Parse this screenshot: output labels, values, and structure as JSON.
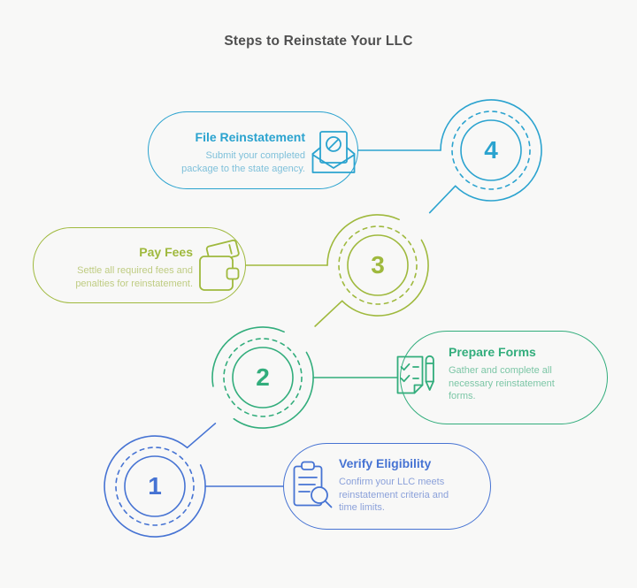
{
  "title": "Steps to Reinstate Your LLC",
  "title_color": "#4f4f4f",
  "background_color": "#f8f8f7",
  "steps": [
    {
      "number": "1",
      "title": "Verify Eligibility",
      "description": "Confirm your LLC meets reinstatement criteria and time limits.",
      "color": "#4673d3",
      "desc_color": "#8ba1da",
      "icon": "clipboard-search-icon"
    },
    {
      "number": "2",
      "title": "Prepare Forms",
      "description": "Gather and complete all necessary reinstatement forms.",
      "color": "#32ad7c",
      "desc_color": "#7cc6a6",
      "icon": "checklist-pen-icon"
    },
    {
      "number": "3",
      "title": "Pay Fees",
      "description": "Settle all required fees and penalties for reinstatement.",
      "color": "#9fb93d",
      "desc_color": "#bfcc82",
      "icon": "wallet-icon"
    },
    {
      "number": "4",
      "title": "File Reinstatement",
      "description": "Submit your completed package to the state agency.",
      "color": "#2ba3cf",
      "desc_color": "#7fc0da",
      "icon": "envelope-icon"
    }
  ]
}
